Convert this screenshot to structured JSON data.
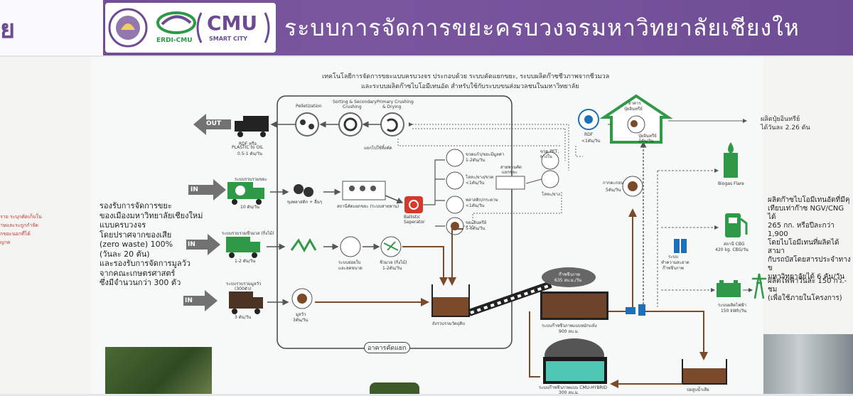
{
  "banner": {
    "left_fragment": "ย",
    "logo_ercl": "ERDI-CMU",
    "logo_cmu": "CMU",
    "logo_smart": "SMART CITY",
    "title": "ระบบการจัดการขยะครบวงจรมหาวิทยาลัยเชียงให"
  },
  "intro": {
    "line1": "เทคโนโลยีการจัดการขยะแบบครบวงจร ประกอบด้วย ระบบคัดแยกขยะ, ระบบผลิตก๊าซชีวภาพจากชีวมวล",
    "line2": "และระบบผลิตก๊าซไบโอมีเทนอัด สำหรับใช้กับระบบขนส่งมวลชนในมหาวิทยาลัย"
  },
  "left_note": {
    "line1": "รองรับการจัดการขยะ",
    "line2": "ของเมืองมหาวิทยาลัยเชียงใหม่",
    "line3": "แบบครบวงจร",
    "line4": "โดยปราศจากของเสีย",
    "line5": "(zero waste) 100%",
    "line6": "(วันละ 20 ตัน)",
    "line7": "และรองรับการจัดการมูลวัว",
    "line8": "จากคณะเกษตรศาสตร์",
    "line9": "ซึ่งมีจำนวนกว่า 300 ตัว"
  },
  "left_edge": {
    "l1": "ราย ระบุกคัดเก็บใน",
    "l2": "าษและระถูกกำจัด",
    "l3": "กขยะนอกที่ได้",
    "l4": "ญาต"
  },
  "flows": {
    "out": "OUT",
    "in1": "IN",
    "in2": "IN",
    "in3": "IN"
  },
  "labels": {
    "rdf_out": "RDF หรือ",
    "rdf_out2": "PLASTIC to OIL",
    "rdf_out3": "0.5-1 ตัน/วัน",
    "pelletization": "Pelletization",
    "sorting": "Sorting & Secondary",
    "sorting2": "Crushing",
    "primary": "Primary Crushing",
    "primary2": "& Drying",
    "separate": "แยกไปใช้ทิ้งคัด",
    "waste_sys": "ระบบรวบรวมขยะ",
    "waste_qty": "10 ตัน/วัน",
    "bags": "ขุงพลาสติก + อื่นๆ",
    "sort_station": "สถานีคัดแยกขยะ (ระบบสายพาน)",
    "ballistic": "Ballistic",
    "ballistic2": "Saperator",
    "bottle": "ขวดแก้ว/ขยะมีมูลค่า",
    "bottle2": "1-2ตัน/วัน",
    "metal": "โลหะ/ยาง/ขวด",
    "metal2": "<1ตัน/วัน",
    "plastic": "พลาสติก/กระดาษ",
    "plastic2": "<1ตัน/วัน",
    "organic": "ขยะอินทรีย์",
    "organic2": "5-6ตัน/วัน",
    "pet": "ขวด PET,",
    "pet2": "ยางใน",
    "conveyor": "สายพานคัด",
    "conveyor2": "แยกขยะ",
    "metal_r": "โลหะ/ยาง",
    "rdf": "RDF",
    "rdf2": "<1ตัน/วัน",
    "residue": "กากตะกอน",
    "residue2": "5ตัน/วัน",
    "fert_bldg": "อาคาร",
    "fert_bldg2": "ปุ๋ยอินทรีย์",
    "fert_qty": "ปุ๋ยอินทรีย์",
    "fert_qty2": "2ตัน/วัน",
    "fert_out": "ผลิตปุ๋ยอินทรีย์",
    "fert_out2": "ได้วันละ 2.26 ตัน",
    "biomass_sys": "ระบบรวบรวมชีวมวล (กิ่งไม้)",
    "biomass_qty": "1-2 ตัน/วัน",
    "grinder": "ระบบย่อยใบ",
    "grinder2": "และลดขนาด",
    "biomass_out": "ชีวมวล (กิ่งไม้)",
    "biomass_out2": "1-2ตัน/วัน",
    "manure_sys": "ระบบรวบรวมมูลวัว",
    "manure_sys2": "(300ตัว)",
    "manure_qty": "3 ตัน/วัน",
    "manure": "มูลวัว",
    "manure2": "3ตัน/วัน",
    "mix_tank": "ถังรวบรวมวัตถุดิบ",
    "sorting_bldg": "อาคารคัดแยก",
    "gas_bag": "ก๊าซชีวภาพ",
    "gas_bag2": "635 ลบ.ม./วัน",
    "digester": "ระบบก๊าซชีวภาพแบบหมักแห้ง",
    "digester2": "900 ลบ.ม.",
    "hybrid": "ระบบก๊าซชีวภาพแบบ CMU-HYBRID",
    "hybrid2": "300 ลบ.ม.",
    "wastewater": "บ่อสูบน้ำเสีย",
    "purify": "ระบบ",
    "purify2": "ทำความสะอาด",
    "purify3": "ก๊าซชีวภาพ",
    "flare": "Biogas Flare",
    "cbg": "สถานี CBG",
    "cbg2": "420 kg. CBG/วัน",
    "power": "ระบบผลิตไฟฟ้า",
    "power2": "150 kWh/วัน"
  },
  "right_note": {
    "a1": "ผลิตก๊าซไบโอมีเทนอัดที่มีคุ",
    "a2": "เทียบเท่าก๊าซ NGV/CNG ได้",
    "a3": "265 กก. หรือปีละกว่า 1,900",
    "a4": "โดยไบโอมีเทนที่ผลิตได้ สามา",
    "a5": "กับรถบัสโดยสารประจำทางข",
    "a6": "มหาวิทยาลัยได้ 6 คัน/วัน",
    "b1": "ผลิตไฟฟ้าวันละ 150 กว.-ชม",
    "b2": "(เพื่อใช้ภายในโครงการ)"
  },
  "colors": {
    "purple": "#6d4b93",
    "green": "#2e9a47",
    "gray": "#6b6b6b",
    "blue": "#1f6fb8",
    "brown": "#7a4a2a"
  }
}
